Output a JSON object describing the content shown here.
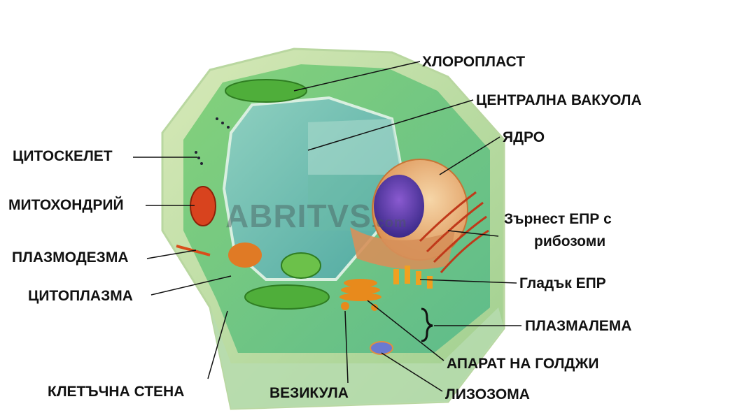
{
  "title": "Растителна клетка",
  "watermark": {
    "name": "ABRITVS",
    "suffix": ".com"
  },
  "labels": {
    "chloroplast": "ХЛОРОПЛАСТ",
    "central_vacuole": "ЦЕНТРАЛНА ВАКУОЛА",
    "nucleus": "ЯДРО",
    "rough_er_line1": "Зърнест ЕПР с",
    "rough_er_line2": "рибозоми",
    "smooth_er": "Гладък ЕПР",
    "plasmalemma": "ПЛАЗМАЛЕМА",
    "golgi": "АПАРАТ НА ГОЛДЖИ",
    "lysosome": "ЛИЗОЗОМА",
    "vesicle": "ВЕЗИКУЛА",
    "cell_wall": "КЛЕТЪЧНА СТЕНА",
    "cytoplasm": "ЦИТОПЛАЗМА",
    "plasmodesma": "ПЛАЗМОДЕЗМА",
    "mitochondrion": "МИТОХОНДРИЙ",
    "cytoskeleton": "ЦИТОСКЕЛЕТ"
  }
}
